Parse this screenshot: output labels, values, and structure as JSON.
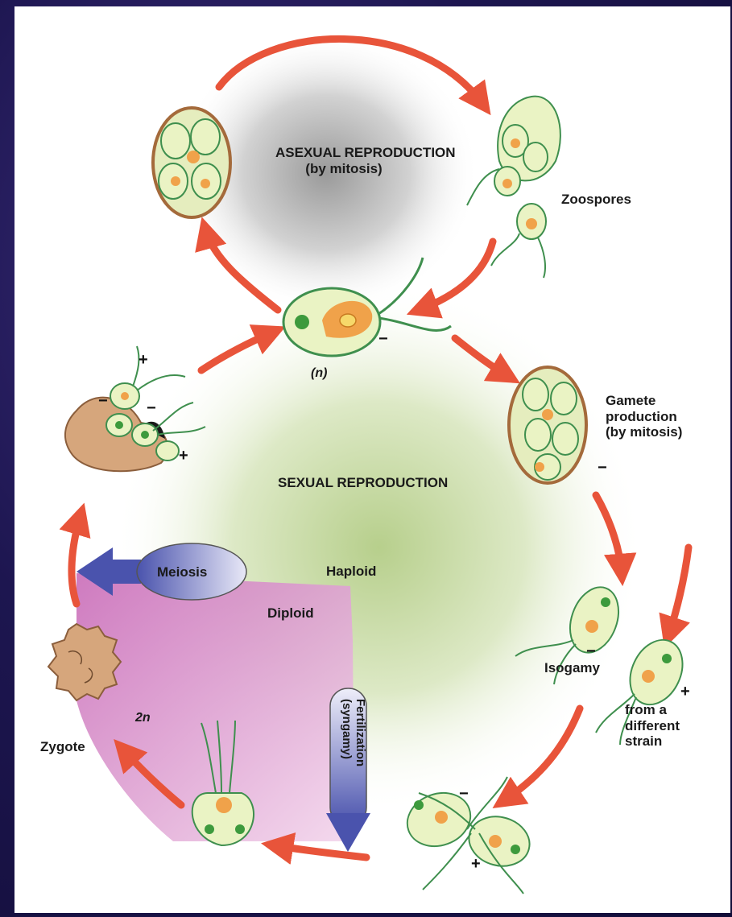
{
  "labels": {
    "asexual_title": "ASEXUAL REPRODUCTION",
    "asexual_sub": "(by mitosis)",
    "zoospores": "Zoospores",
    "haploid_cell": "(n)",
    "gamete_production_1": "Gamete",
    "gamete_production_2": "production",
    "gamete_production_3": "(by mitosis)",
    "sexual_title": "SEXUAL REPRODUCTION",
    "haploid": "Haploid",
    "diploid": "Diploid",
    "meiosis": "Meiosis",
    "isogamy": "Isogamy",
    "strain_1": "from a",
    "strain_2": "different",
    "strain_3": "strain",
    "fertilization": "Fertilization",
    "syngamy": "(syngamy)",
    "zygote": "Zygote",
    "ploidy_2n": "2n"
  },
  "signs": {
    "minus": "−",
    "plus": "+"
  },
  "colors": {
    "arrow": "#e8543a",
    "cell_fill": "#eaf3c4",
    "cell_border": "#3f8f4e",
    "chloroplast": "#f0a24a",
    "diploid_region": "#d98cc8",
    "zygote": "#d6a67c",
    "meiosis_arrow": "#5a5fb5"
  }
}
